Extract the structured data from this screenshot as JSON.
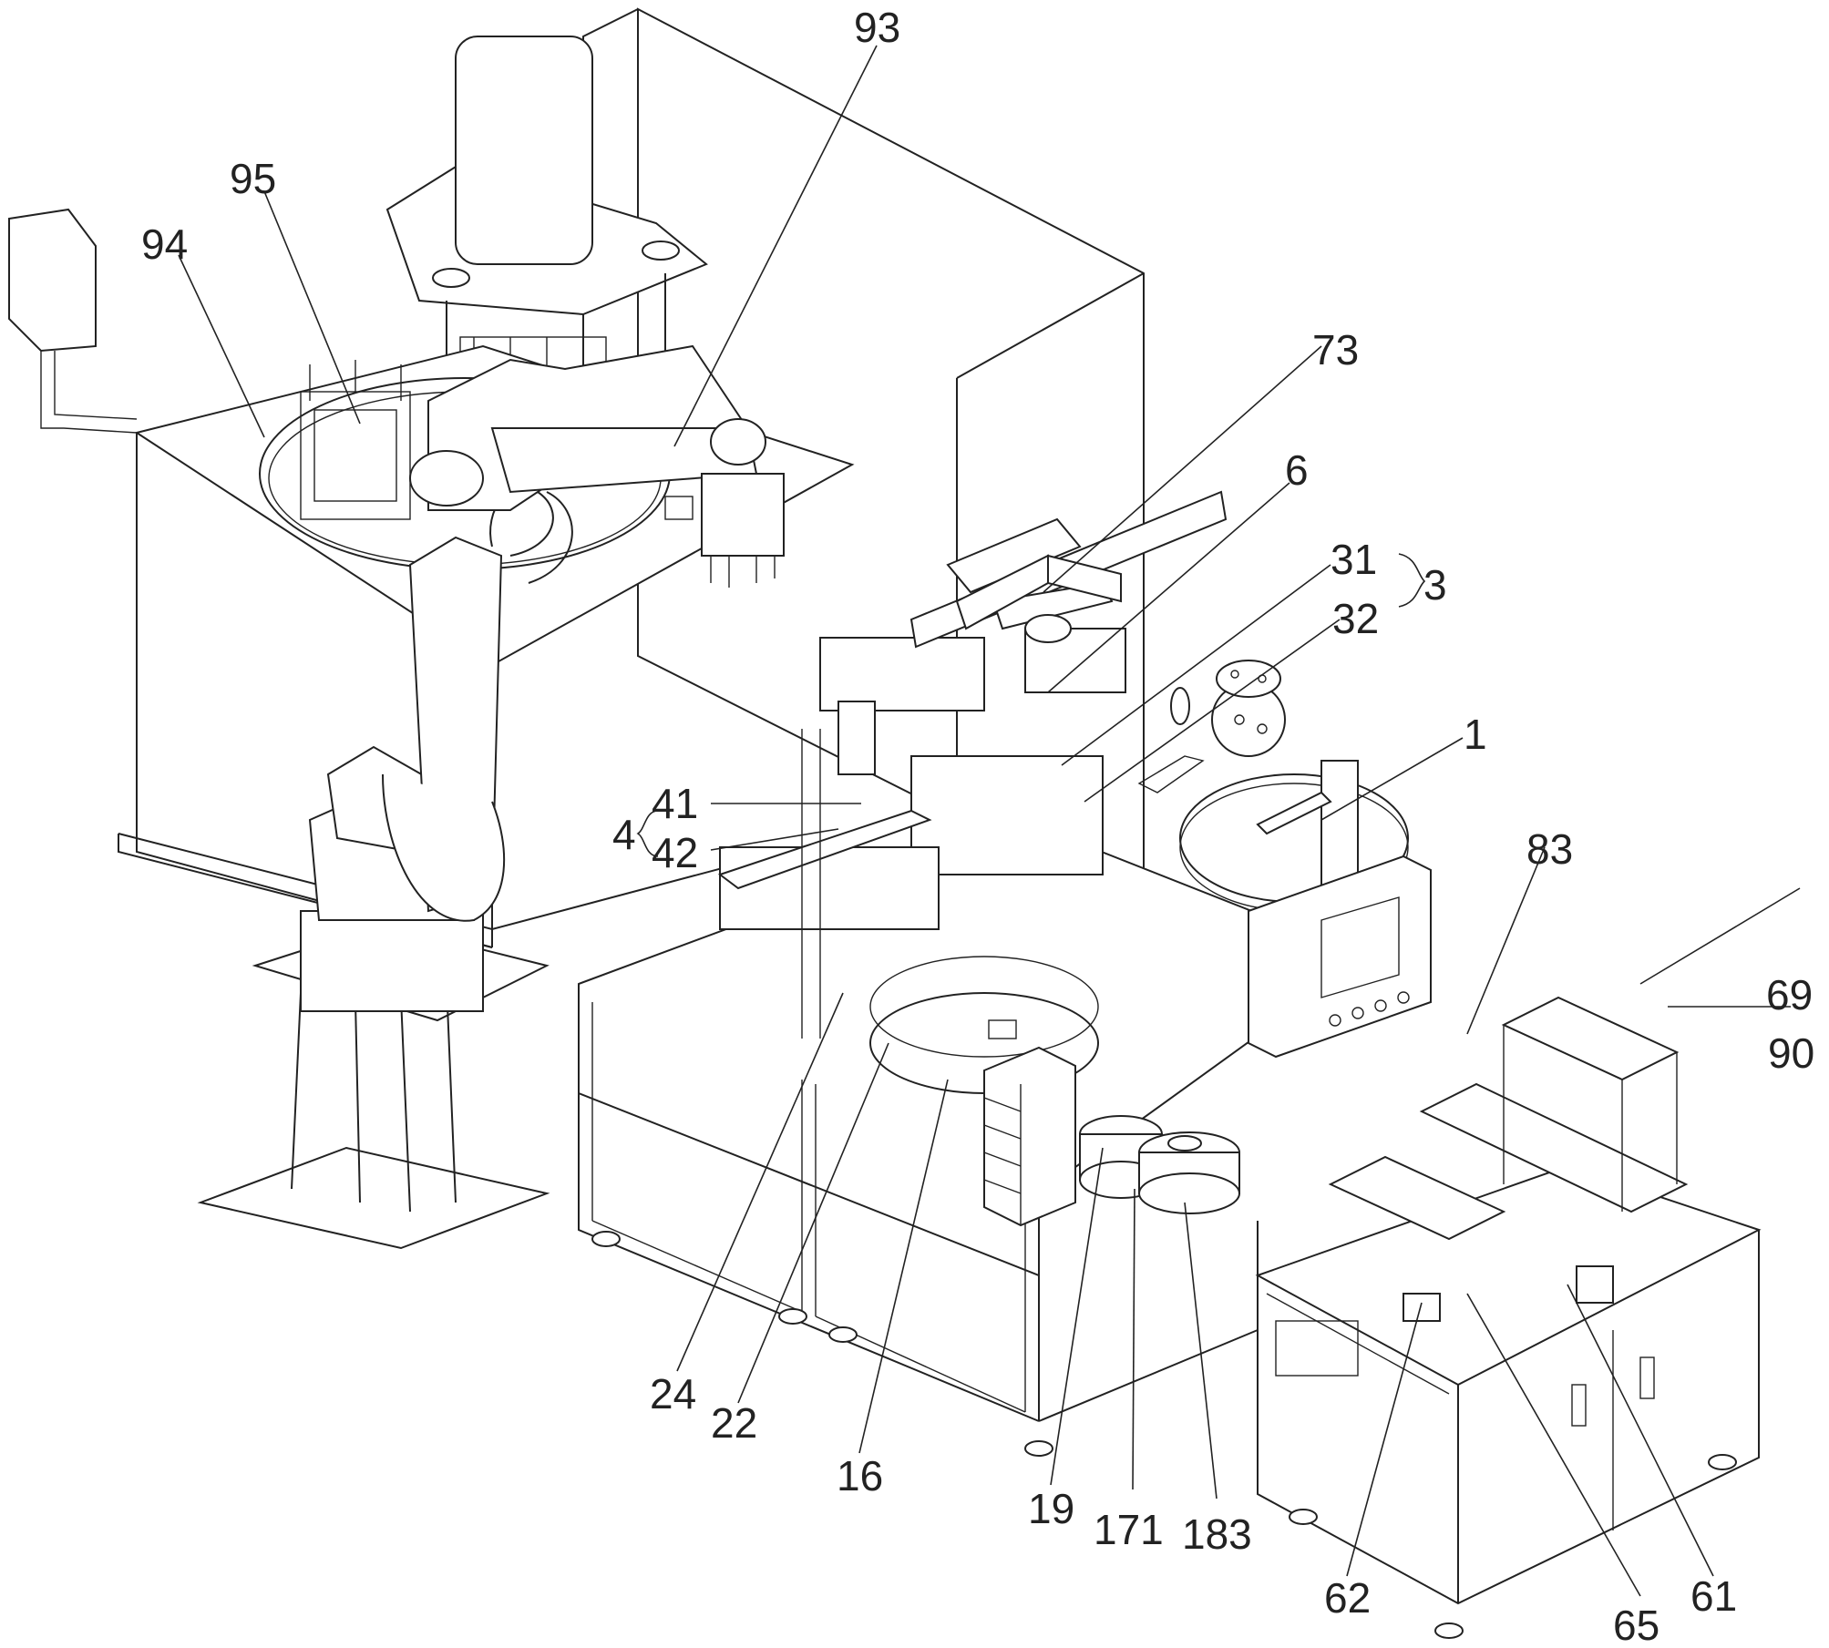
{
  "figure": {
    "labels": [
      "93",
      "95",
      "94",
      "73",
      "6",
      "31",
      "3",
      "32",
      "1",
      "41",
      "4",
      "42",
      "83",
      "69",
      "90",
      "24",
      "22",
      "16",
      "19",
      "171",
      "183",
      "62",
      "65",
      "61"
    ]
  }
}
